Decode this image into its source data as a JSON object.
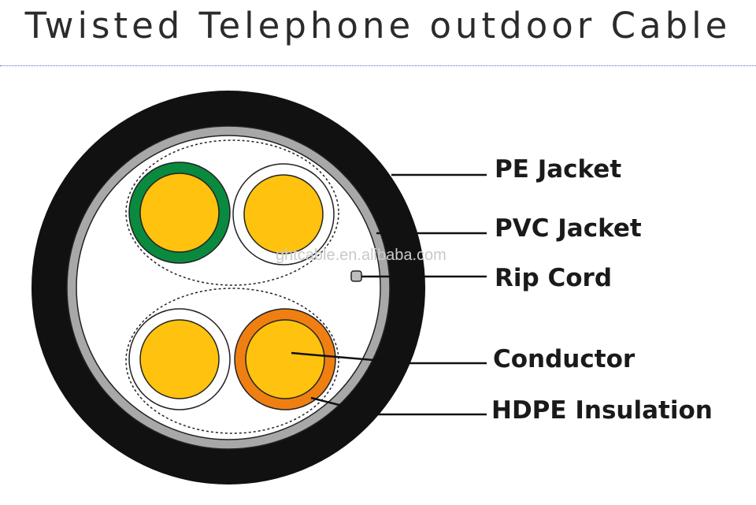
{
  "title": "Twisted Telephone outdoor Cable",
  "watermark": "ghtcable.en.alibaba.com",
  "labels": {
    "pe_jacket": "PE Jacket",
    "pvc_jacket": "PVC Jacket",
    "rip_cord": "Rip Cord",
    "conductor": "Conductor",
    "hdpe_insulation": "HDPE Insulation"
  },
  "colors": {
    "outer_jacket": "#111111",
    "pvc_jacket": "#a8a8a8",
    "conductor": "#ffc20e",
    "insulation_green": "#0a8a3e",
    "insulation_orange": "#f07f12",
    "insulation_white": "#ffffff",
    "divider": "#5b6cc9"
  }
}
